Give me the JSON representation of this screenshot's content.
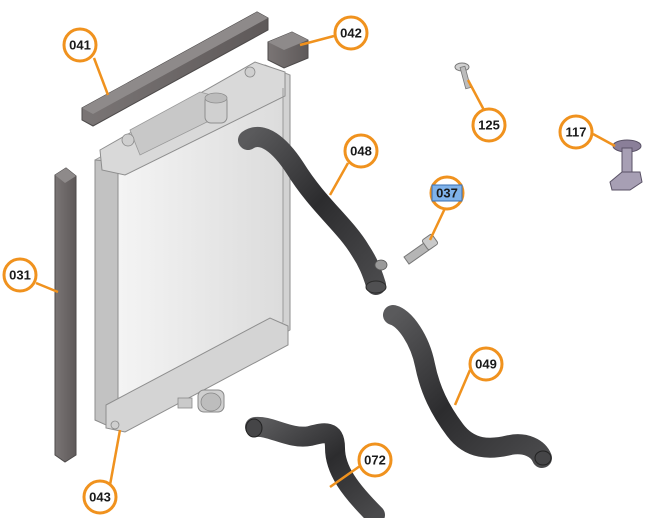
{
  "colors": {
    "callout_ring": "#f0921e",
    "callout_text": "#1a1a1a",
    "selected_fill": "#7fb2ea",
    "hose": "#3c3c3e",
    "foam": "#6d6868",
    "radiator_core": "#e9e9e9",
    "radiator_frame": "#cfcfcf"
  },
  "callouts": [
    {
      "id": "041",
      "label": "041",
      "part": "top-foam-seal"
    },
    {
      "id": "042",
      "label": "042",
      "part": "small-foam-block"
    },
    {
      "id": "031",
      "label": "031",
      "part": "side-foam-seal"
    },
    {
      "id": "043",
      "label": "043",
      "part": "radiator"
    },
    {
      "id": "048",
      "label": "048",
      "part": "upper-coolant-hose"
    },
    {
      "id": "037",
      "label": "037",
      "part": "temperature-sensor",
      "selected": true
    },
    {
      "id": "125",
      "label": "125",
      "part": "bolt"
    },
    {
      "id": "117",
      "label": "117",
      "part": "cap"
    },
    {
      "id": "049",
      "label": "049",
      "part": "lower-coolant-hose"
    },
    {
      "id": "072",
      "label": "072",
      "part": "bottom-coolant-hose"
    }
  ]
}
